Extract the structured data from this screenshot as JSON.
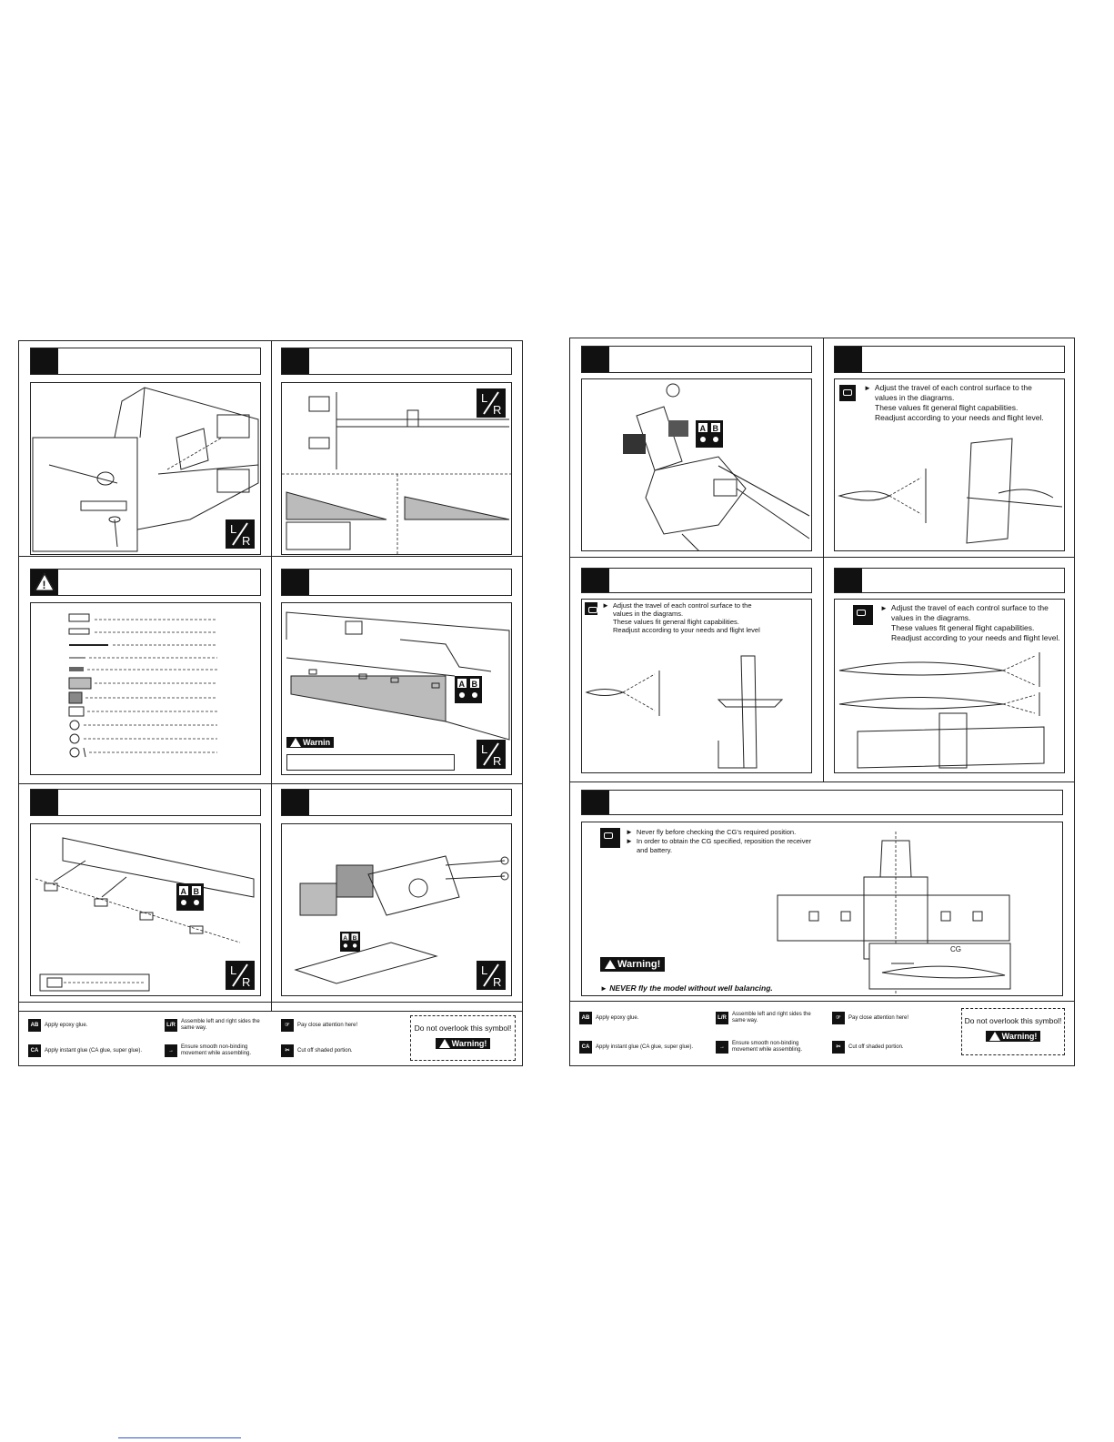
{
  "left_page": {
    "warning_label": "Warnin",
    "legend": {
      "items": [
        {
          "icon": "epoxy-icon",
          "label": "Apply epoxy glue."
        },
        {
          "icon": "ca-glue-icon",
          "label": "Apply instant glue (CA glue, super glue)."
        },
        {
          "icon": "lr-icon",
          "label": "Assemble left and right sides the same way."
        },
        {
          "icon": "arrow-icon",
          "label": "Ensure smooth non-binding movement while assembling."
        },
        {
          "icon": "hand-icon",
          "label": "Pay close attention here!"
        },
        {
          "icon": "cut-icon",
          "label": "Cut off shaded portion."
        }
      ],
      "dont_overlook": "Do not overlook this symbol!",
      "warning_badge": "Warning!"
    }
  },
  "right_page": {
    "travel_note": {
      "line1": "Adjust the travel of each control surface to the",
      "line2": "values in the diagrams.",
      "line3": "These values fit general flight capabilities.",
      "line4": "Readjust according to your needs and flight level."
    },
    "travel_note_b": {
      "line1": "Adjust the travel of each control surface to the",
      "line2": "values in the diagrams.",
      "line3": "These values fit general flight capabilities.",
      "line4": "Readjust according to your needs and flight level"
    },
    "travel_note_c": {
      "line1": "Adjust the travel of each control surface to the",
      "line2": "values in the diagrams.",
      "line3": "These values fit general flight capabilities.",
      "line4": "Readjust according to your needs and flight level."
    },
    "cg": {
      "note1": "Never fly before checking the CG's required position.",
      "note2": "In order to obtain the CG specified, reposition the receiver",
      "note3": "and battery.",
      "cg_label": "CG",
      "warning_badge": "Warning!",
      "never_fly": "NEVER fly the model without well balancing."
    },
    "legend": {
      "items": [
        {
          "icon": "epoxy-icon",
          "label": "Apply epoxy glue."
        },
        {
          "icon": "ca-glue-icon",
          "label": "Apply instant glue (CA glue, super glue)."
        },
        {
          "icon": "lr-icon",
          "label": "Assemble left and right sides the same way."
        },
        {
          "icon": "arrow-icon",
          "label": "Ensure smooth non-binding movement while assembling."
        },
        {
          "icon": "hand-icon",
          "label": "Pay close attention here!"
        },
        {
          "icon": "cut-icon",
          "label": "Cut off shaded portion."
        }
      ],
      "dont_overlook": "Do not overlook this symbol!",
      "warning_badge": "Warning!"
    }
  },
  "lr_glyph": {
    "l": "L",
    "r": "R"
  },
  "ab_glyph": {
    "a": "A",
    "b": "B"
  }
}
